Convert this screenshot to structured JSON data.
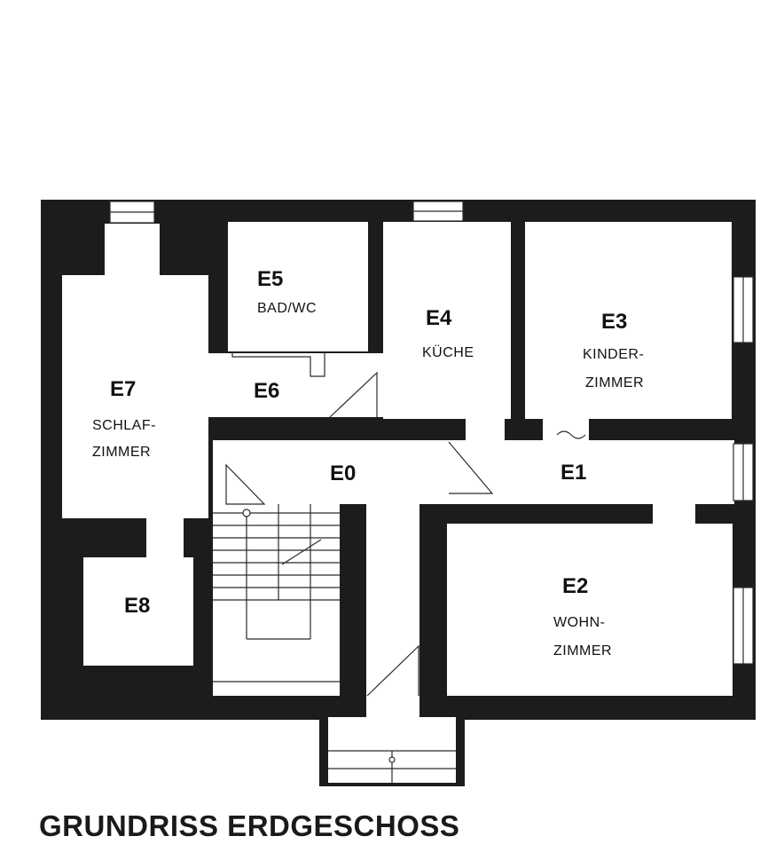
{
  "caption": "GRUNDRISS ERDGESCHOSS",
  "rooms": {
    "e0": {
      "code": "E0"
    },
    "e1": {
      "code": "E1"
    },
    "e2": {
      "code": "E2",
      "line1": "WOHN-",
      "line2": "ZIMMER"
    },
    "e3": {
      "code": "E3",
      "line1": "KINDER-",
      "line2": "ZIMMER"
    },
    "e4": {
      "code": "E4",
      "line1": "KÜCHE"
    },
    "e5": {
      "code": "E5",
      "line1": "BAD/WC"
    },
    "e6": {
      "code": "E6"
    },
    "e7": {
      "code": "E7",
      "line1": "SCHLAF-",
      "line2": "ZIMMER"
    },
    "e8": {
      "code": "E8"
    }
  }
}
